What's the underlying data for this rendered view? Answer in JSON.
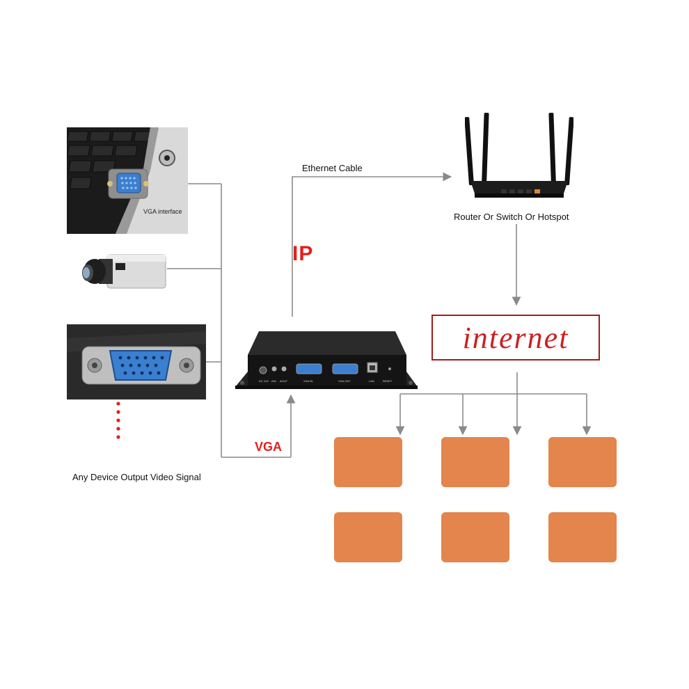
{
  "labels": {
    "vga_interface": "VGA interface",
    "ethernet_cable": "Ethernet Cable",
    "ip": "IP",
    "router": "Router Or Switch Or Hotspot",
    "internet": "internet",
    "vga": "VGA",
    "any_device": "Any Device Output Video Signal"
  },
  "encoder_ports": [
    {
      "key": "dc",
      "label": "DC 12V"
    },
    {
      "key": "ain",
      "label": "AIN"
    },
    {
      "key": "aout",
      "label": "AOUT"
    },
    {
      "key": "vga_in",
      "label": "VGA IN"
    },
    {
      "key": "vga_out",
      "label": "VGA OUT"
    },
    {
      "key": "lan",
      "label": "LAN"
    },
    {
      "key": "reset",
      "label": "RESET"
    }
  ],
  "colors": {
    "line": "#8a8a8a",
    "accent_red": "#e21f1f",
    "internet_border": "#a31b1b",
    "display_fill": "#e3854d",
    "device_black": "#151515",
    "vga_blue": "#3a7fd0"
  },
  "icons": [
    "laptop-vga-port-photo",
    "cctv-camera-photo",
    "vga-port-closeup-photo",
    "encoder-device-photo",
    "router-photo"
  ]
}
